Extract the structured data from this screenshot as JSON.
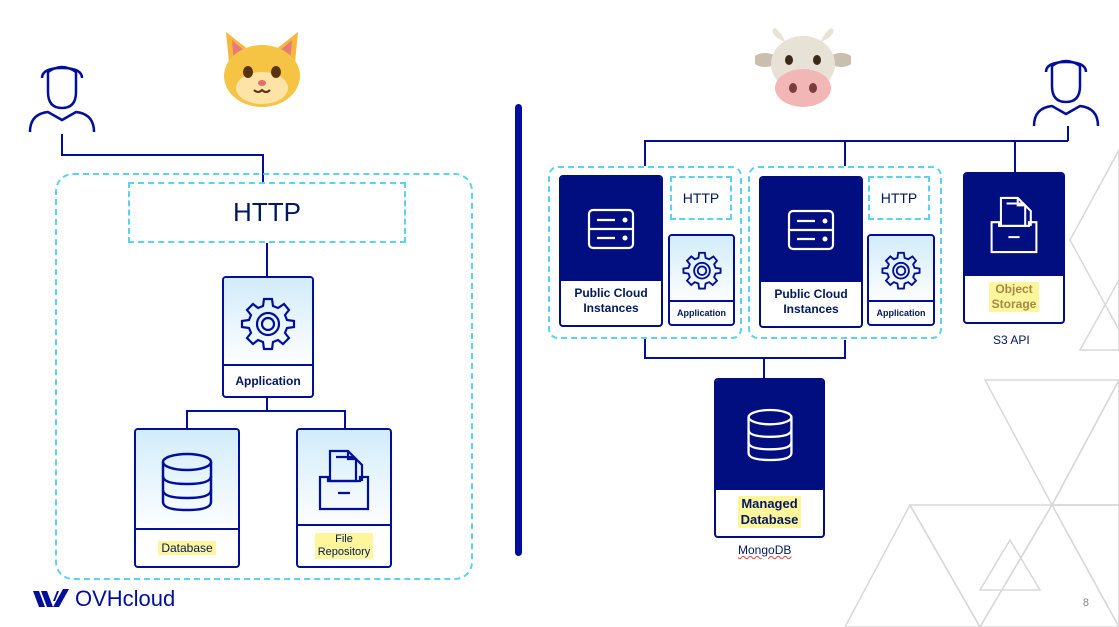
{
  "left": {
    "http_label": "HTTP",
    "application_label": "Application",
    "database_label": "Database",
    "file_repository_label": "File\nRepository"
  },
  "right": {
    "instance1": {
      "label": "Public Cloud\nInstances",
      "http_label": "HTTP",
      "app_label": "Application"
    },
    "instance2": {
      "label": "Public Cloud\nInstances",
      "http_label": "HTTP",
      "app_label": "Application"
    },
    "object_storage_label": "Object\nStorage",
    "s3_label": "S3 API",
    "managed_db_label": "Managed\nDatabase",
    "mongodb_label": "MongoDB"
  },
  "footer": {
    "brand": "OVHcloud",
    "page_number": "8"
  },
  "icons": {
    "cat": "cat-face-icon",
    "cow": "cow-face-icon"
  },
  "colors": {
    "navy": "#000e9c",
    "dark_navy": "#000e7f",
    "dashed": "#5bd3f0",
    "highlight": "#fff59a"
  }
}
